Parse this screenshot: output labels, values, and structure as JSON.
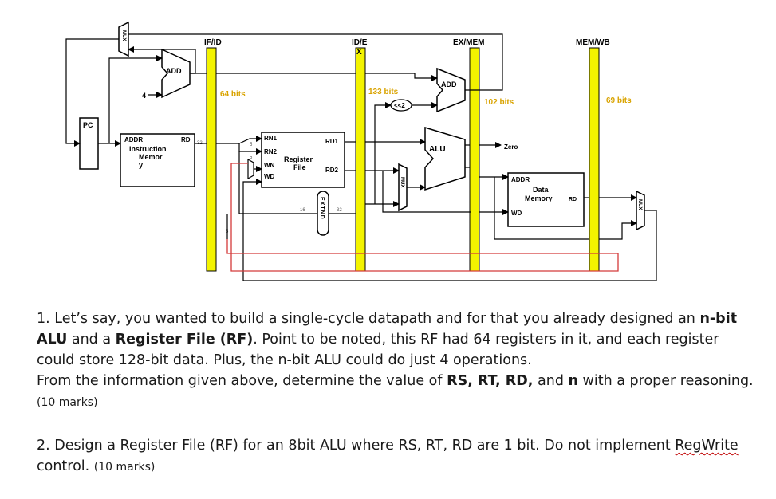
{
  "diagram": {
    "stages": {
      "if_id": "IF/ID",
      "id_e": "ID/E",
      "ex_mem": "EX/MEM",
      "mem_wb": "MEM/WB"
    },
    "widths": {
      "if_id": "64 bits",
      "id_e": "133 bits",
      "ex_mem": "102 bits",
      "mem_wb": "69 bits"
    },
    "pc": "PC",
    "add_left": "ADD",
    "add_right": "ADD",
    "const_4": "4",
    "shift": "<<2",
    "imem": {
      "addr": "ADDR",
      "rd": "RD",
      "line1": "Instruction",
      "line2": "Memor",
      "line3": "y",
      "w32": "32"
    },
    "regfile": {
      "rn1": "RN1",
      "rn2": "RN2",
      "wn": "WN",
      "wd": "WD",
      "rd1": "RD1",
      "rd2": "RD2",
      "line1": "Register",
      "line2": "File",
      "w5a": "5",
      "w5b": "5",
      "w5c": "5"
    },
    "extnd": "EXTND",
    "ext_in": "16",
    "ext_out": "32",
    "alu": "ALU",
    "zero": "Zero",
    "dmem": {
      "addr": "ADDR",
      "line1": "Data",
      "line2": "Memory",
      "rd": "RD",
      "wd": "WD"
    },
    "mux": "MUX",
    "x_mark": "X"
  },
  "questions": {
    "q1": {
      "t1": "1. Let’s say, you wanted to build a single-cycle datapath and for that you already designed an ",
      "b1": "n-bit ALU",
      "t2": " and a ",
      "b2": "Register File (RF)",
      "t3": ". Point to be noted, this RF had 64 registers in it, and each register could store 128-bit data. Plus, the n-bit ALU could do just 4 operations.",
      "t4": "From the information given above, determine the value of ",
      "b3": "RS, RT, RD,",
      "t5": " and ",
      "b4": "n",
      "t6": " with a proper reasoning. ",
      "marks": "(10 marks)"
    },
    "q2": {
      "t1": "2. Design a Register File (RF) for an 8bit ALU where RS, RT, RD are 1 bit. Do not implement ",
      "w1": "RegWrite",
      "t2": " control. ",
      "marks": "(10 marks)"
    }
  }
}
